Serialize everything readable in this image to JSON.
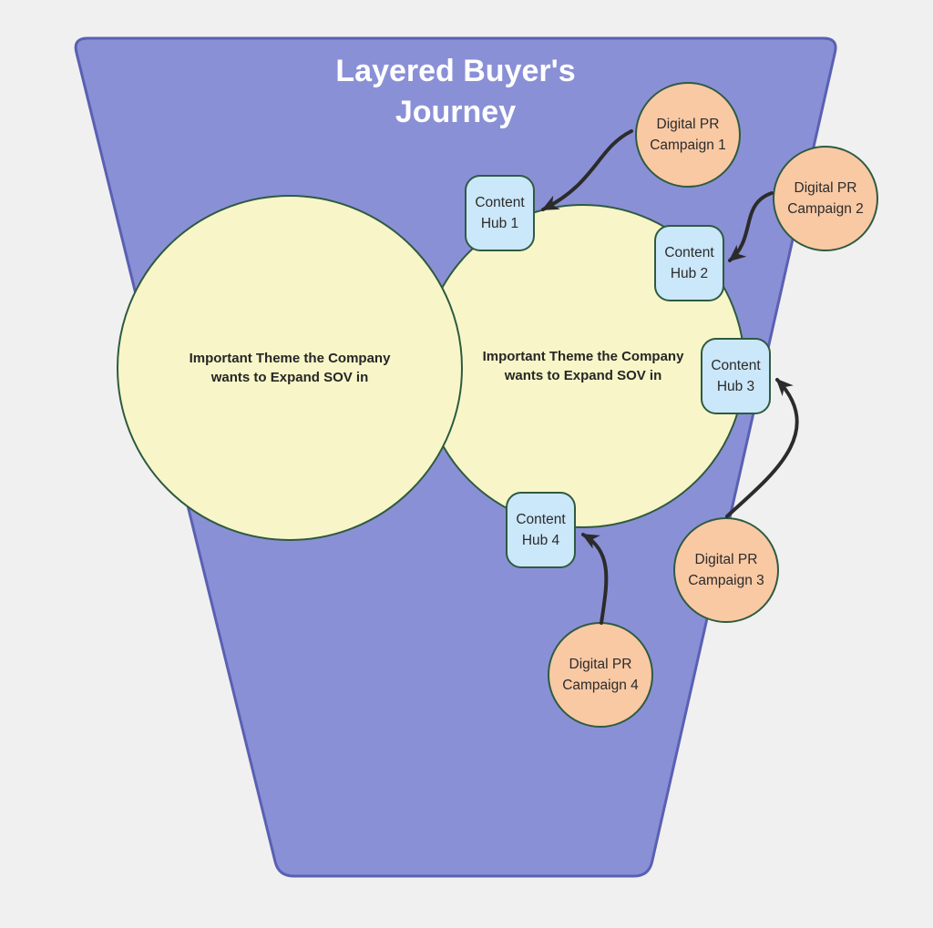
{
  "title": "Layered Buyer's Journey",
  "themes": [
    {
      "id": "theme-left",
      "label": "Important Theme the Company wants to Expand SOV in"
    },
    {
      "id": "theme-right",
      "label": "Important Theme the Company wants to Expand SOV in"
    }
  ],
  "hubs": [
    {
      "label": "Content Hub 1"
    },
    {
      "label": "Content Hub 2"
    },
    {
      "label": "Content Hub 3"
    },
    {
      "label": "Content Hub 4"
    }
  ],
  "campaigns": [
    {
      "label": "Digital PR Campaign 1"
    },
    {
      "label": "Digital PR Campaign 2"
    },
    {
      "label": "Digital PR Campaign 3"
    },
    {
      "label": "Digital PR Campaign 4"
    }
  ],
  "edges": [
    {
      "from": "Digital PR Campaign 1",
      "to": "Content Hub 1"
    },
    {
      "from": "Digital PR Campaign 2",
      "to": "Content Hub 2"
    },
    {
      "from": "Digital PR Campaign 3",
      "to": "Content Hub 3"
    },
    {
      "from": "Digital PR Campaign 4",
      "to": "Content Hub 4"
    }
  ],
  "colors": {
    "background": "#f0f0f0",
    "funnel_fill": "#8a90d6",
    "funnel_border": "#5a60b2",
    "theme_fill": "#f8f6c8",
    "hub_fill": "#cbe7fa",
    "campaign_fill": "#f9c9a4",
    "shape_border": "#2e5b40",
    "arrow": "#2b2b2b",
    "title_text": "#ffffff",
    "label_text": "#2b2b2b"
  }
}
